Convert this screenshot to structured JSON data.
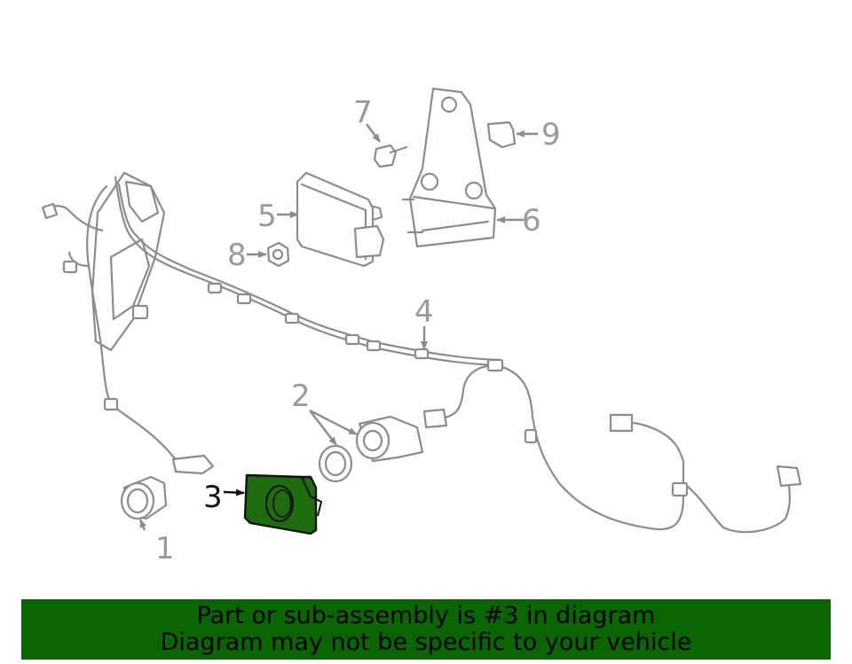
{
  "callouts": {
    "c1": "1",
    "c2": "2",
    "c3": "3",
    "c4": "4",
    "c5": "5",
    "c6": "6",
    "c7": "7",
    "c8": "8",
    "c9": "9"
  },
  "banner": {
    "line1": "Part or sub-assembly is #3 in diagram",
    "line2": "Diagram may not be specific to your vehicle"
  },
  "colors": {
    "highlight": "#1f6b10",
    "banner": "#0a6400",
    "line_art": "#8c8c8c"
  }
}
